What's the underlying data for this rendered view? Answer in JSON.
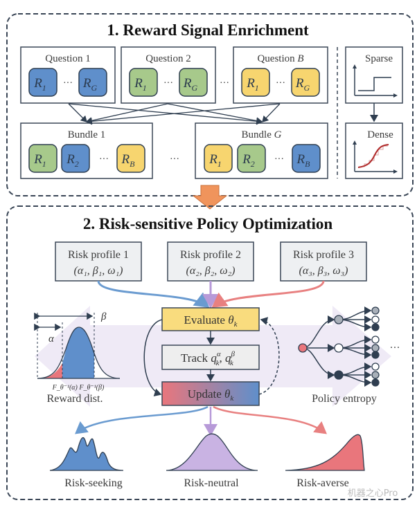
{
  "section1": {
    "title": "1. Reward Signal Enrichment",
    "questions": [
      {
        "label": "Question 1",
        "label_var": "",
        "color": "blue",
        "tiles": [
          {
            "main": "R",
            "sub": "1"
          },
          {
            "main": "R",
            "sub": "G"
          }
        ]
      },
      {
        "label": "Question 2",
        "label_var": "",
        "color": "green",
        "tiles": [
          {
            "main": "R",
            "sub": "1"
          },
          {
            "main": "R",
            "sub": "G"
          }
        ]
      },
      {
        "label": "Question ",
        "label_var": "B",
        "color": "yellow",
        "tiles": [
          {
            "main": "R",
            "sub": "1"
          },
          {
            "main": "R",
            "sub": "G"
          }
        ]
      }
    ],
    "bundles": [
      {
        "label": "Bundle 1",
        "label_var": "",
        "tiles": [
          {
            "main": "R",
            "sub": "1",
            "color": "green"
          },
          {
            "main": "R",
            "sub": "2",
            "color": "blue"
          },
          {
            "main": "R",
            "sub": "B",
            "color": "yellow"
          }
        ]
      },
      {
        "label": "Bundle ",
        "label_var": "G",
        "tiles": [
          {
            "main": "R",
            "sub": "1",
            "color": "yellow"
          },
          {
            "main": "R",
            "sub": "2",
            "color": "green"
          },
          {
            "main": "R",
            "sub": "B",
            "color": "blue"
          }
        ]
      }
    ],
    "ellipsis": "···",
    "sparse_label": "Sparse",
    "dense_label": "Dense"
  },
  "section2": {
    "title": "2. Risk-sensitive Policy Optimization",
    "profiles": [
      {
        "label": "Risk profile 1",
        "params": "(α₁, β₁, ω₁)"
      },
      {
        "label": "Risk profile 2",
        "params": "(α₂, β₂, ω₂)"
      },
      {
        "label": "Risk profile 3",
        "params": "(α₃, β₃, ω₃)"
      }
    ],
    "evaluate": {
      "text": "Evaluate ",
      "sym": "θ",
      "sub": "k"
    },
    "track": {
      "text": "Track ",
      "sym": "q",
      "sub": "k",
      "sup1": "α",
      "sym2": "q",
      "sup2": "β"
    },
    "update": {
      "text": "Update ",
      "sym": "θ",
      "sub": "k"
    },
    "reward_dist": {
      "alpha": "α",
      "beta": "β",
      "quantiles": "F_θ⁻¹(α) F_θ⁻¹(β)",
      "label": "Reward dist."
    },
    "policy_entropy": {
      "label": "Policy entropy",
      "ellipsis": "···"
    },
    "outcomes": [
      "Risk-seeking",
      "Risk-neutral",
      "Risk-averse"
    ]
  },
  "watermark": "机器之心Pro",
  "colors": {
    "blue": "#5f8fcb",
    "green": "#a7c98b",
    "yellow": "#f7d56f",
    "red": "#e9767c",
    "purple": "#c9b3e3",
    "orange": "#f0945c",
    "evaluate": "#f9dc7e",
    "track": "#eeeeee",
    "profile": "#eef0f2"
  }
}
